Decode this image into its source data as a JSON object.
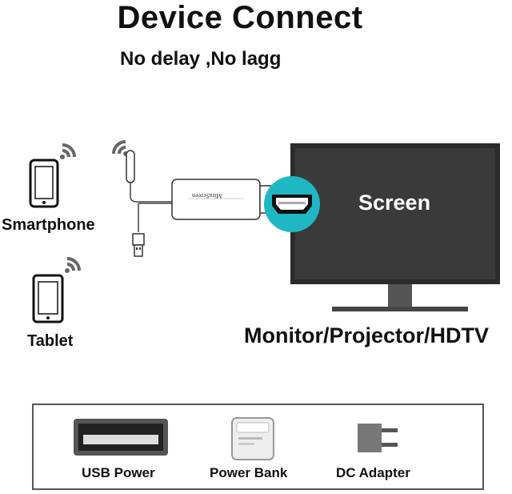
{
  "header": {
    "title": "Device Connect",
    "subtitle": "No delay ,No lagg"
  },
  "sources": {
    "smartphone_label": "Smartphone",
    "tablet_label": "Tablet"
  },
  "dongle": {
    "brand_text": "MiraScreen"
  },
  "display": {
    "screen_text": "Screen",
    "caption": "Monitor/Projector/HDTV"
  },
  "power_options": {
    "usb_label": "USB Power",
    "bank_label": "Power Bank",
    "dc_label": "DC Adapter"
  },
  "colors": {
    "accent_hdmi_circle": "#1fb7c4",
    "monitor_bezel": "#2b2b2b",
    "monitor_screen": "#3a3a3a"
  }
}
